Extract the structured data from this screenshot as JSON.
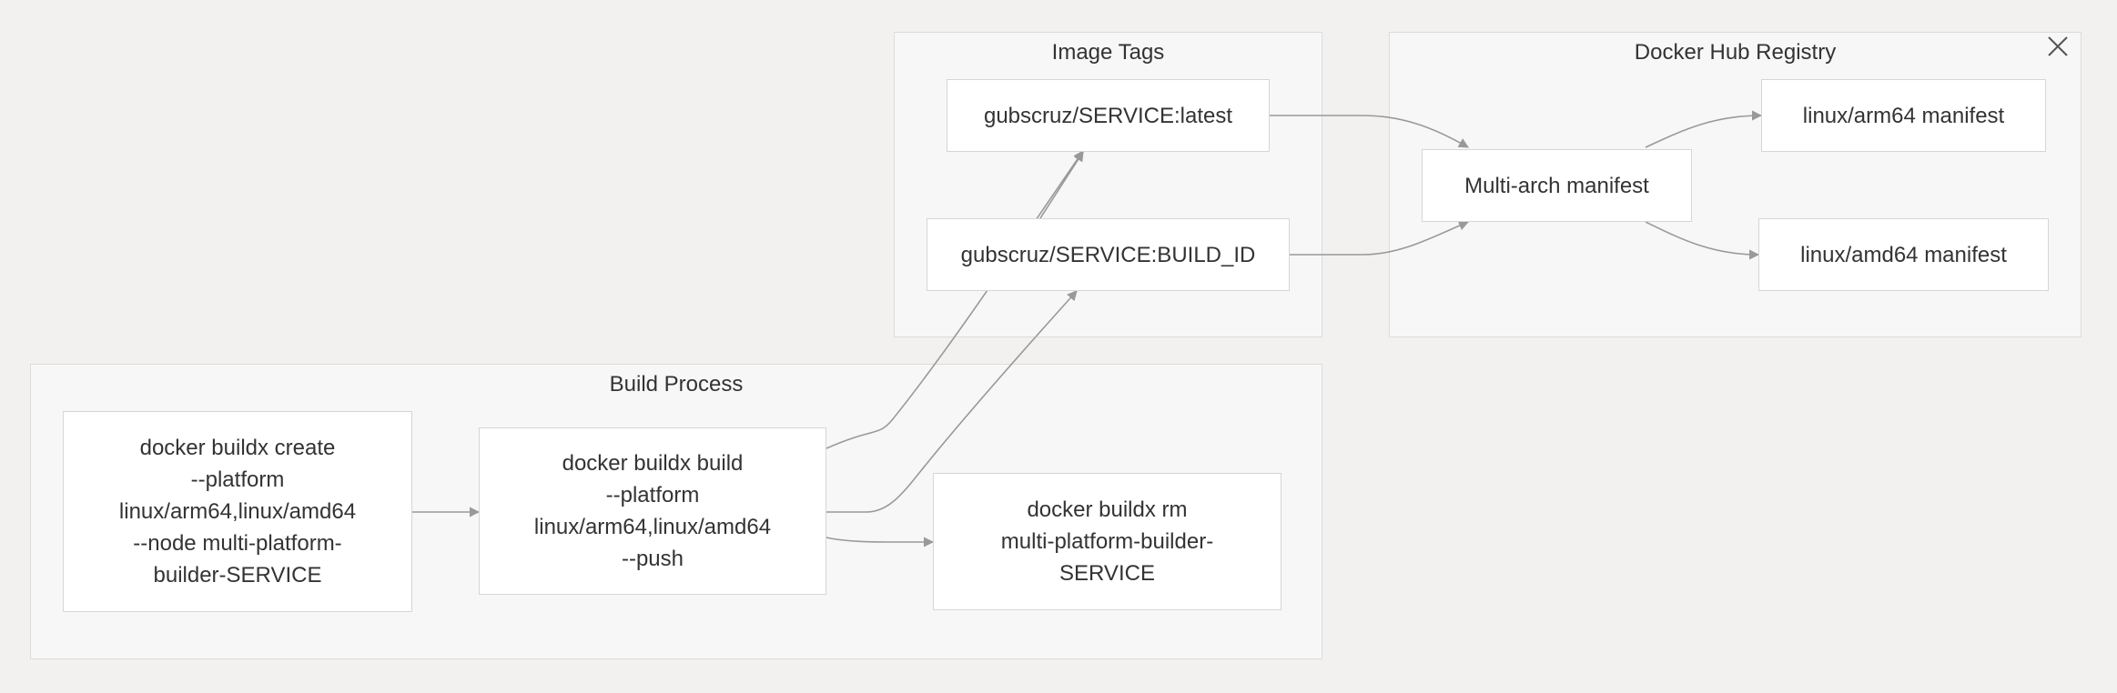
{
  "clusters": {
    "image_tags": "Image Tags",
    "registry": "Docker Hub Registry",
    "build": "Build Process"
  },
  "nodes": {
    "tag_latest": "gubscruz/SERVICE:latest",
    "tag_build_id": "gubscruz/SERVICE:BUILD_ID",
    "multi_arch": "Multi-arch manifest",
    "arm64_manifest": "linux/arm64 manifest",
    "amd64_manifest": "linux/amd64 manifest",
    "buildx_create": "docker buildx create\n--platform\nlinux/arm64,linux/amd64\n--node multi-platform-\nbuilder-SERVICE",
    "buildx_build": "docker buildx build\n--platform\nlinux/arm64,linux/amd64\n--push",
    "buildx_rm": "docker buildx rm\nmulti-platform-builder-\nSERVICE"
  },
  "edges": [
    {
      "from": "buildx_create",
      "to": "buildx_build"
    },
    {
      "from": "buildx_build",
      "to": "tag_latest"
    },
    {
      "from": "buildx_build",
      "to": "tag_build_id"
    },
    {
      "from": "buildx_build",
      "to": "buildx_rm"
    },
    {
      "from": "tag_build_id",
      "to": "tag_latest"
    },
    {
      "from": "tag_latest",
      "to": "multi_arch"
    },
    {
      "from": "tag_build_id",
      "to": "multi_arch"
    },
    {
      "from": "multi_arch",
      "to": "arm64_manifest"
    },
    {
      "from": "multi_arch",
      "to": "amd64_manifest"
    }
  ],
  "colors": {
    "background": "#f2f1f0",
    "cluster_fill": "#f7f7f7",
    "cluster_border": "#dcdcdc",
    "node_fill": "#ffffff",
    "node_border": "#d6d6d6",
    "edge": "#999999"
  },
  "icons": {
    "close": "close-icon"
  }
}
